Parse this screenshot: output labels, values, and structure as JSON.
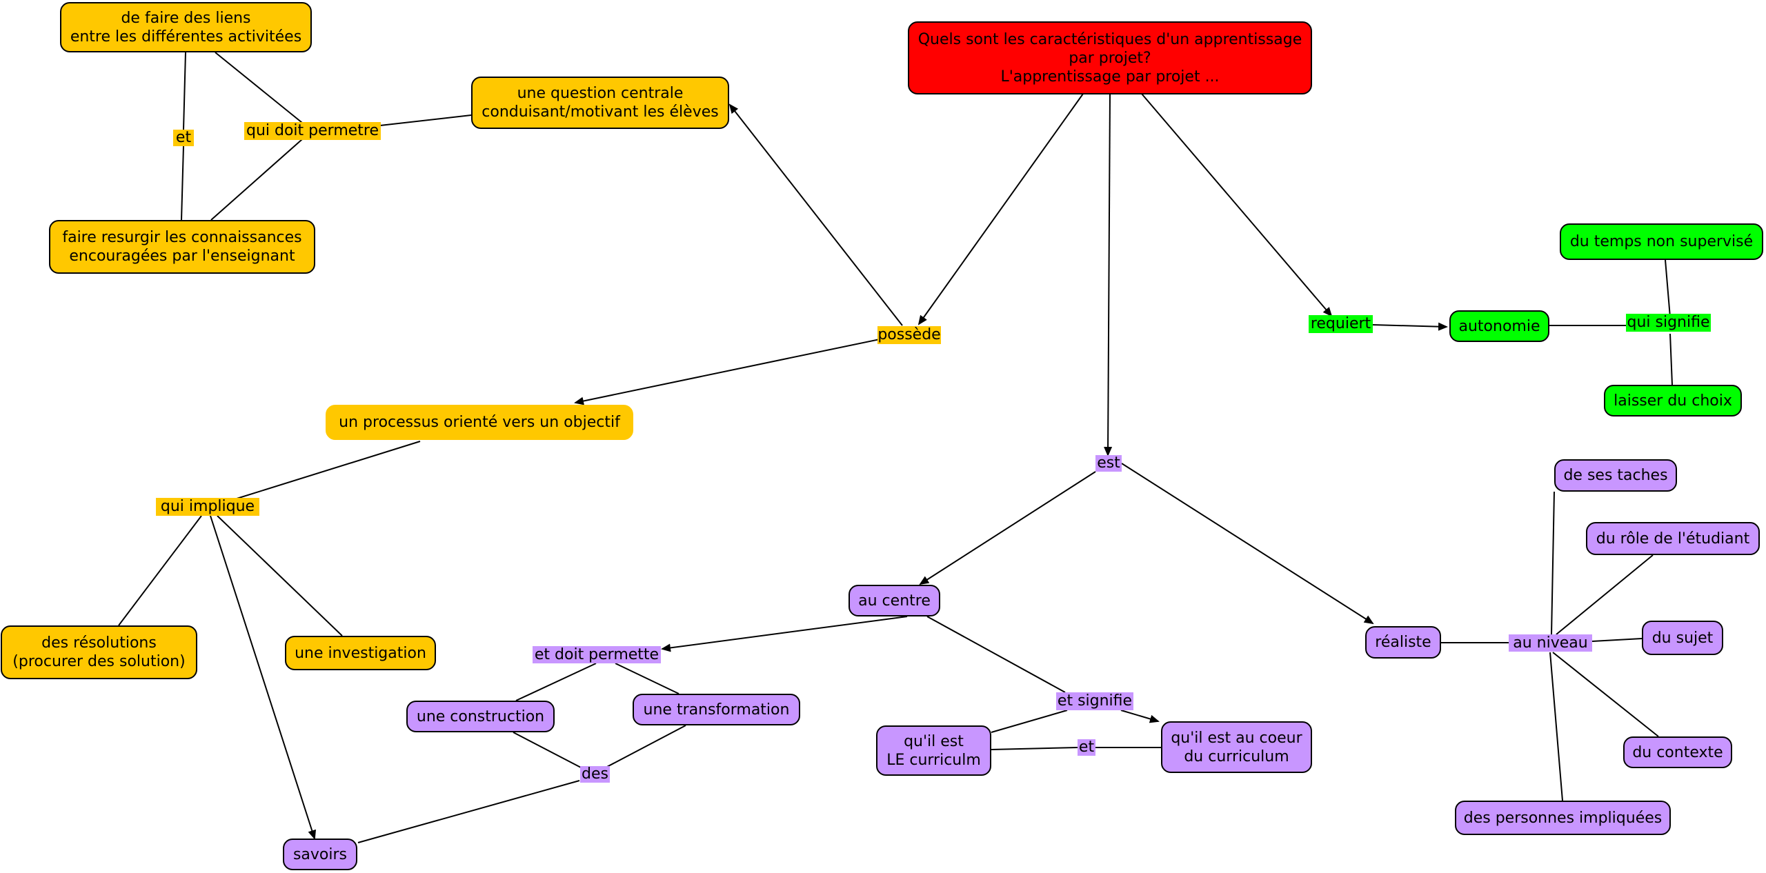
{
  "colors": {
    "orange": "#ffc800",
    "red": "#ff0000",
    "green": "#00ff00",
    "purple": "#c896ff",
    "line": "#000000"
  },
  "nodes": {
    "root": "Quels sont les caractéristiques d'un apprentissage\npar projet?\nL'apprentissage par projet ...",
    "liens": "de faire des liens\nentre les différentes activitées",
    "question": "une question centrale\nconduisant/motivant les élèves",
    "resurgir": "faire resurgir les connaissances\nencouragées par l'enseignant",
    "processus": "un processus orienté vers un objectif",
    "resolutions": "des résolutions\n(procurer des solution)",
    "investigation": "une investigation",
    "savoirs": "savoirs",
    "construction": "une construction",
    "transformation": "une transformation",
    "au_centre": "au centre",
    "le_curriculum": "qu'il est\nLE curriculm",
    "coeur": "qu'il est au coeur\ndu curriculum",
    "realiste": "réaliste",
    "taches": "de ses taches",
    "role": "du rôle de l'étudiant",
    "sujet": "du sujet",
    "contexte": "du contexte",
    "personnes": "des personnes impliquées",
    "autonomie": "autonomie",
    "temps": "du temps non supervisé",
    "choix": "laisser du choix"
  },
  "labels": {
    "possede": "possède",
    "qui_doit": "qui doit permetre",
    "et_top": "et",
    "qui_implique": "qui implique",
    "doit_permette": "et doit permette",
    "des": "des",
    "est": "est",
    "signifie": "et signifie",
    "et_bottom": "et",
    "au_niveau": "au niveau",
    "requiert": "requiert",
    "qui_signifie": "qui signifie"
  }
}
